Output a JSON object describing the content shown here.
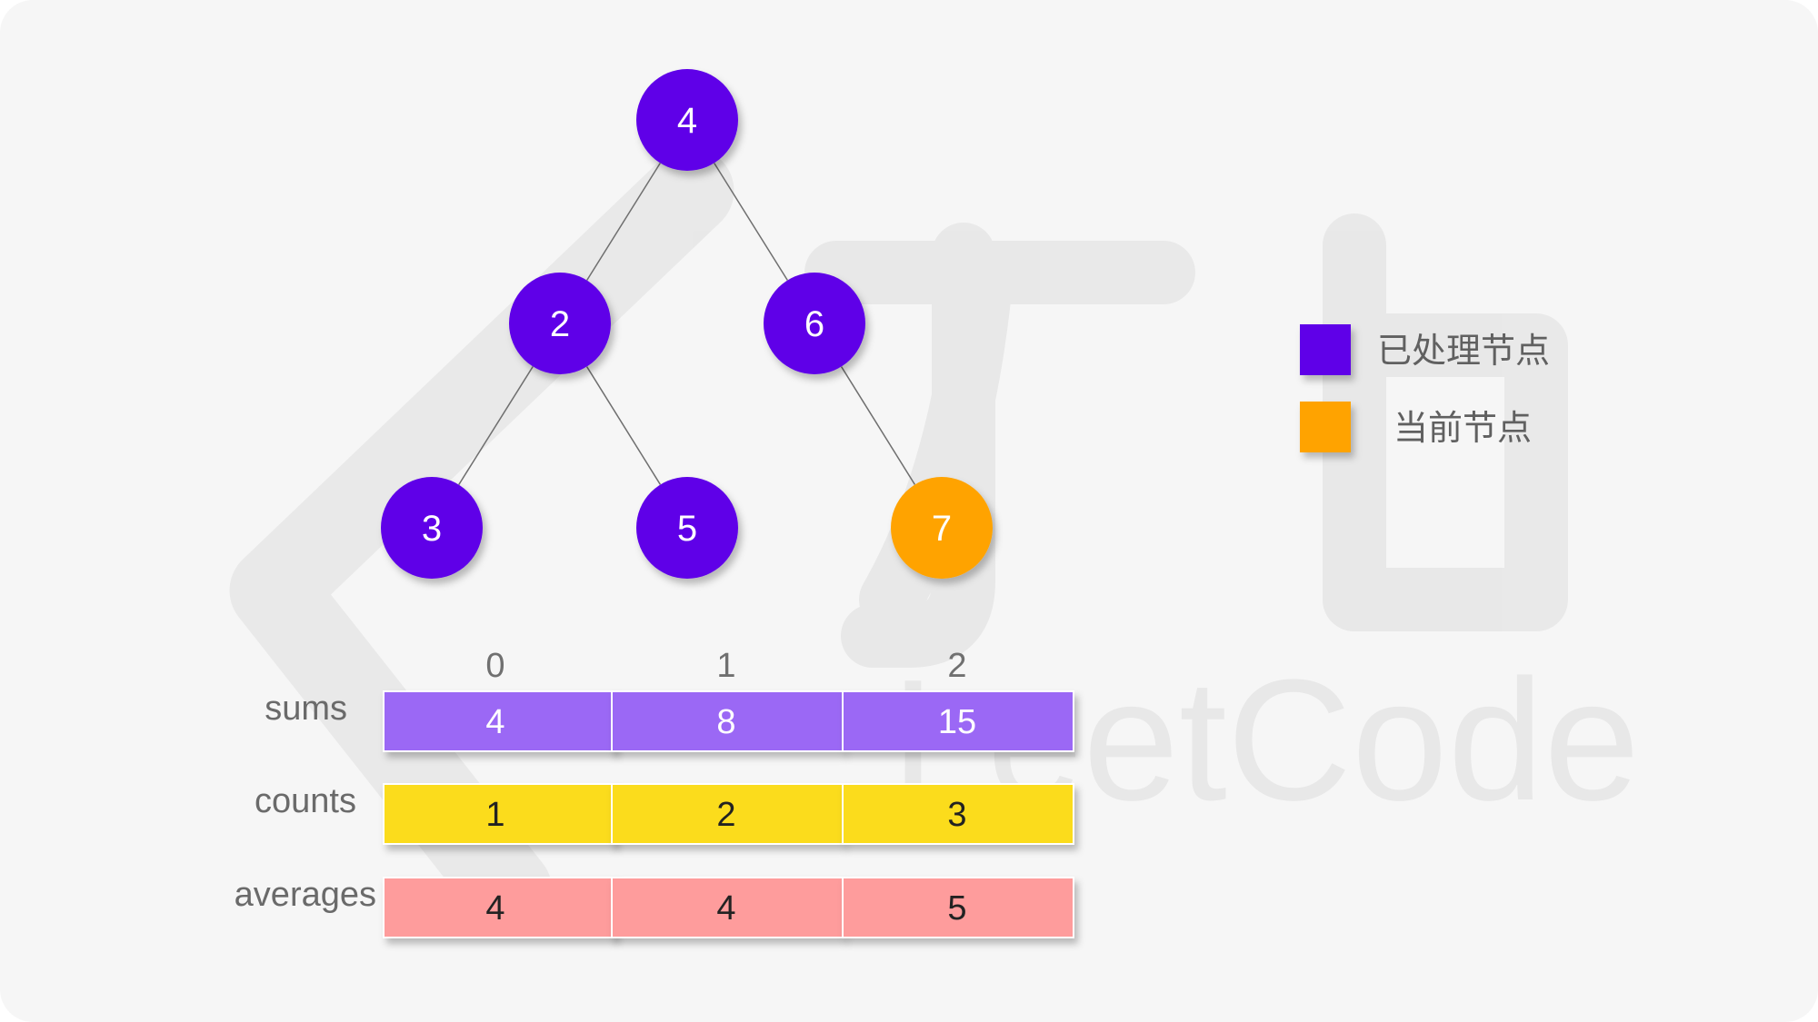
{
  "tree": {
    "nodes": [
      {
        "id": "n4",
        "label": "4",
        "state": "processed"
      },
      {
        "id": "n2",
        "label": "2",
        "state": "processed"
      },
      {
        "id": "n6",
        "label": "6",
        "state": "processed"
      },
      {
        "id": "n3",
        "label": "3",
        "state": "processed"
      },
      {
        "id": "n5",
        "label": "5",
        "state": "processed"
      },
      {
        "id": "n7",
        "label": "7",
        "state": "current"
      }
    ],
    "edges": [
      [
        "n4",
        "n2"
      ],
      [
        "n4",
        "n6"
      ],
      [
        "n2",
        "n3"
      ],
      [
        "n2",
        "n5"
      ],
      [
        "n6",
        "n7"
      ]
    ]
  },
  "legend": {
    "processed": {
      "label": "已处理节点",
      "color": "#5e00e8"
    },
    "current": {
      "label": "当前节点",
      "color": "#ffa300"
    }
  },
  "table": {
    "indices": [
      "0",
      "1",
      "2"
    ],
    "rows": [
      {
        "label": "sums",
        "values": [
          "4",
          "8",
          "15"
        ],
        "color": "#9b67f5",
        "text_color": "#ffffff"
      },
      {
        "label": "counts",
        "values": [
          "1",
          "2",
          "3"
        ],
        "color": "#fbdc1d",
        "text_color": "#222222"
      },
      {
        "label": "averages",
        "values": [
          "4",
          "4",
          "5"
        ],
        "color": "#fe9c9c",
        "text_color": "#222222"
      }
    ]
  },
  "watermark": {
    "text": "LeetCode"
  }
}
